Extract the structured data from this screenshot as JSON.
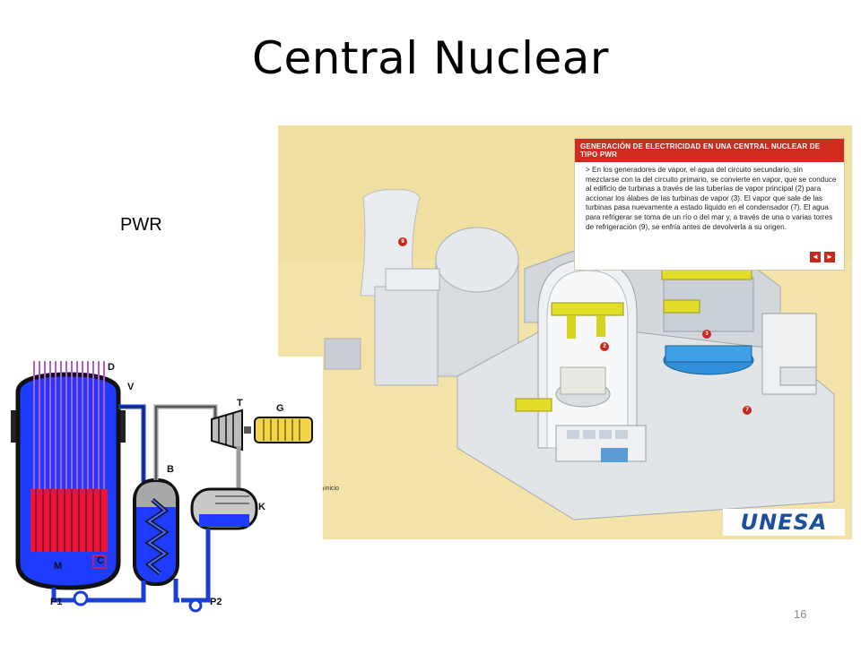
{
  "slide": {
    "title": "Central Nuclear",
    "subtitle": "PWR",
    "page_number": "16"
  },
  "illustration": {
    "info_title": "GENERACIÓN DE ELECTRICIDAD EN UNA CENTRAL NUCLEAR DE TIPO PWR",
    "info_text": "> En los generadores de vapor, el agua del circuito secundario, sin mezclarse con la del circuito primario, se convierte en vapor, que se conduce al edificio de turbinas a través de las tuberías de vapor principal (2) para accionar los álabes de las turbinas de vapor (3). El vapor que sale de las turbinas pasa nuevamente a estado líquido en el condensador (7). El agua para refrigerar se toma de un río o del mar y, a través de una o varias torres de refrigeración (9), se enfría antes de devolverla a su origen.",
    "prev_button": "◄",
    "next_button": "►",
    "badges": [
      "9",
      "2",
      "3",
      "7"
    ],
    "inicio_label": "inicio",
    "logo_text": "UNESA"
  },
  "schematic": {
    "labels": {
      "D": "D",
      "V": "V",
      "T": "T",
      "G": "G",
      "B": "B",
      "K": "K",
      "M": "M",
      "C": "C",
      "P1": "P1",
      "P2": "P2"
    }
  },
  "colors": {
    "reactor_blue": "#1e3cff",
    "fuel_red": "#e8163c",
    "pipe_blue": "#1a3fd8",
    "generator_yellow": "#f0d54a",
    "ground_sand": "#f3e3a8",
    "accent_red": "#c8281c",
    "logo_blue": "#1a4f9b"
  }
}
